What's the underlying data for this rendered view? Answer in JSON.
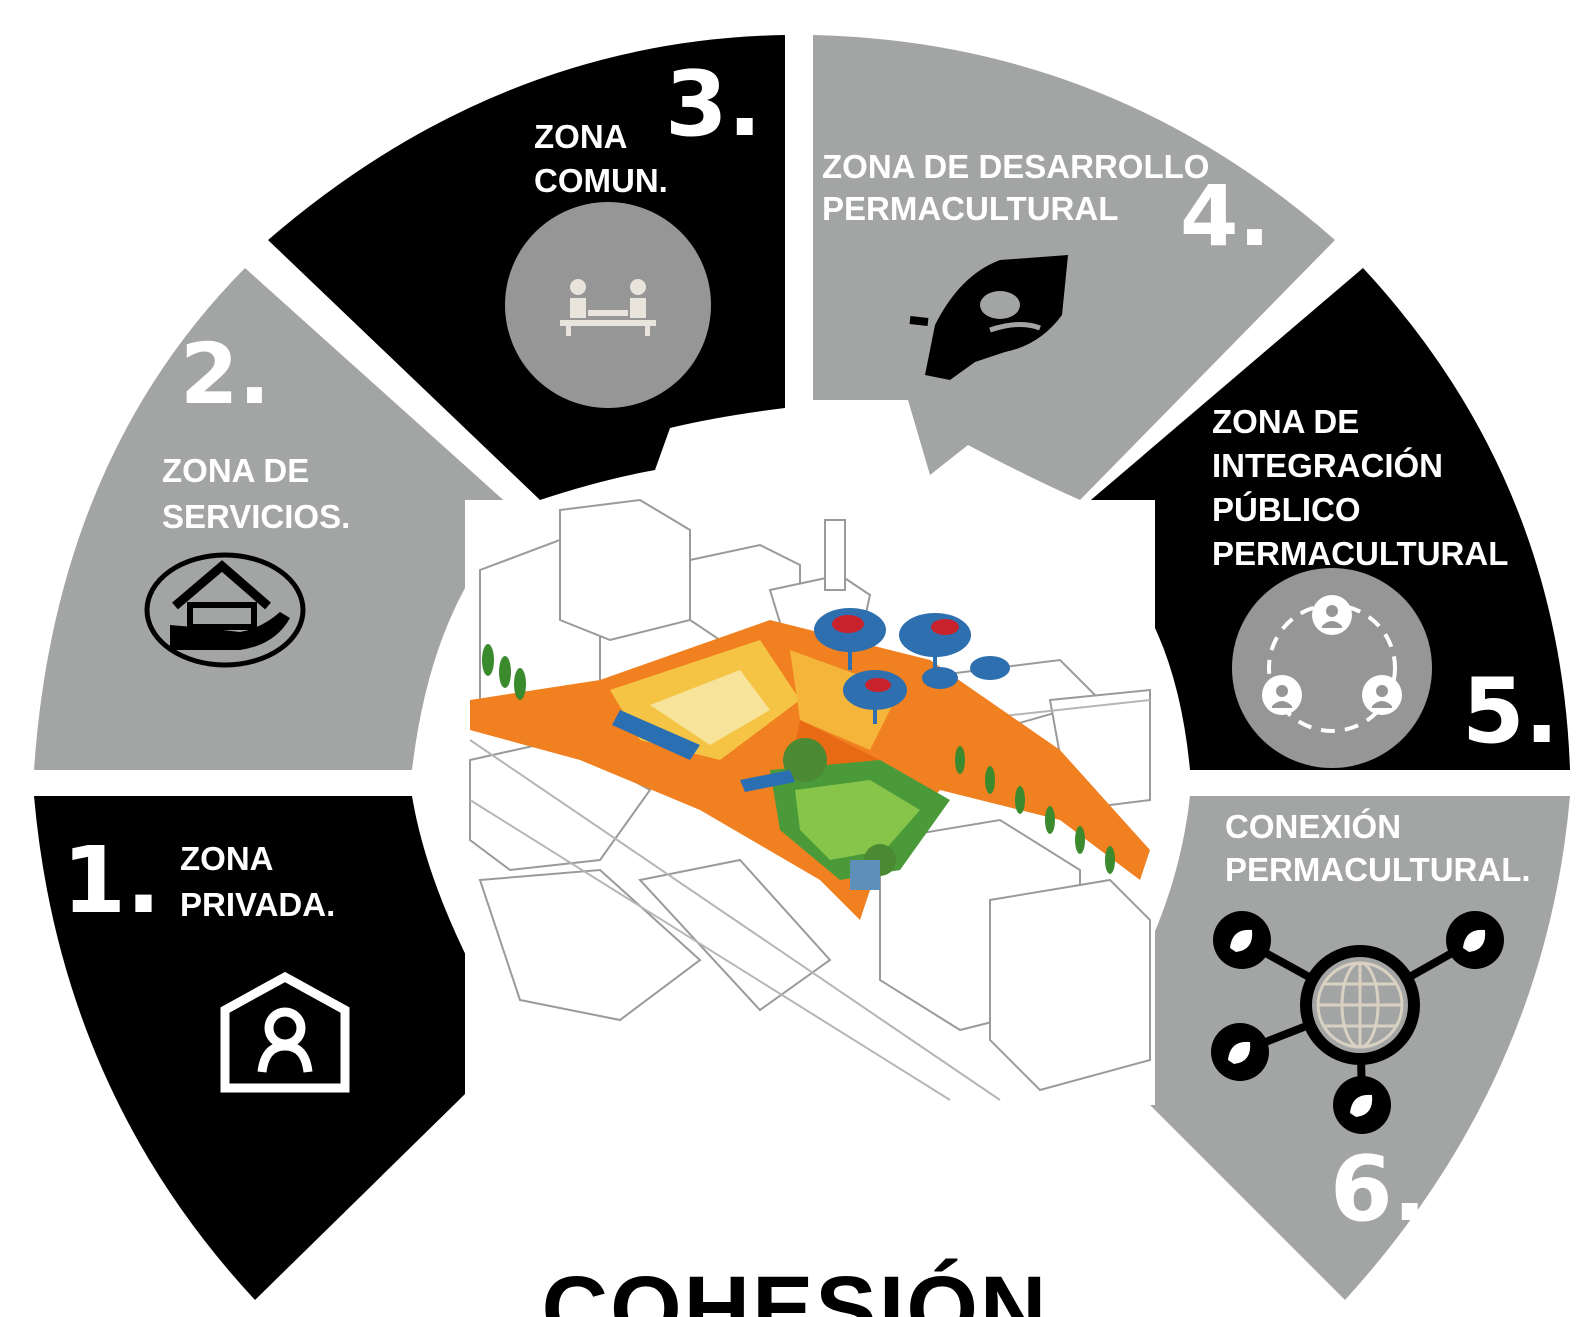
{
  "colors": {
    "dark": "#000000",
    "gray": "#a3a4a4",
    "icon_gray": "#969696",
    "accent_orange": "#f08020",
    "white": "#ffffff"
  },
  "zones": [
    {
      "number": "1.",
      "lines": [
        "ZONA",
        "PRIVADA."
      ],
      "icon": "home-person-icon"
    },
    {
      "number": "2.",
      "lines": [
        "ZONA DE",
        "SERVICIOS."
      ],
      "icon": "hand-house-icon"
    },
    {
      "number": "3.",
      "lines": [
        "ZONA",
        "COMUN."
      ],
      "icon": "people-table-icon"
    },
    {
      "number": "4.",
      "lines": [
        "ZONA DE DESARROLLO",
        "PERMACULTURAL"
      ],
      "icon": "hand-seed-icon"
    },
    {
      "number": "5.",
      "lines": [
        "ZONA DE",
        "INTEGRACIÓN",
        "PÚBLICO",
        "PERMACULTURAL"
      ],
      "icon": "community-circle-icon"
    },
    {
      "number": "6.",
      "lines": [
        "CONEXIÓN",
        "PERMACULTURAL."
      ],
      "icon": "globe-network-icon"
    }
  ],
  "center_image": "isometric-urban-plaza-illustration",
  "title": "COHESIÓN"
}
